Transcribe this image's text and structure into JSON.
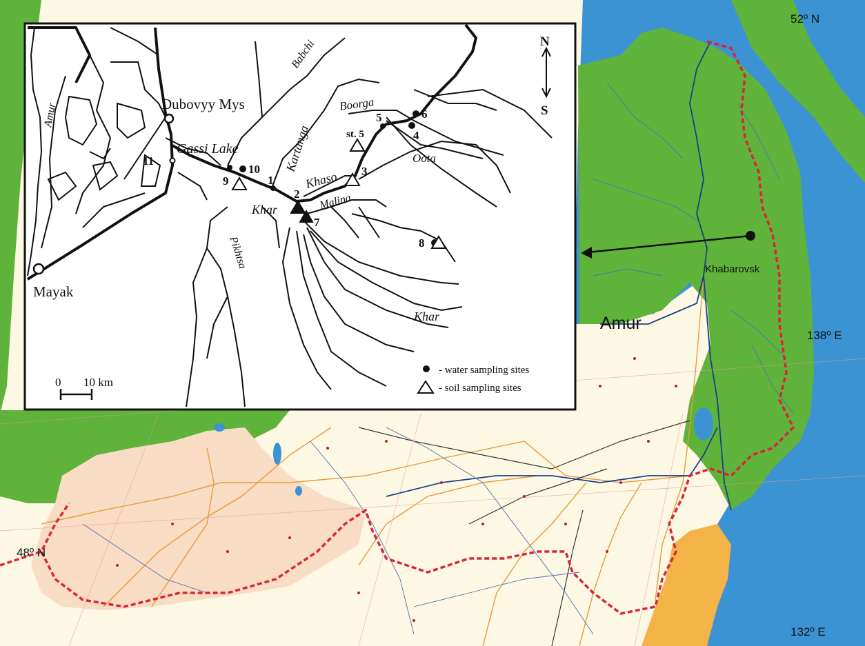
{
  "background_map": {
    "coords": {
      "lat_top": "52º N",
      "lon_right_mid": "138º E",
      "lat_left": "48º N",
      "lon_bottom": "132º E"
    },
    "places": {
      "city": "Khabarovsk",
      "river": "Amur"
    },
    "colors": {
      "sea": "#3c93d4",
      "forest": "#5fb33a",
      "plain": "#fdf8e4",
      "steppe": "#f9dcc4",
      "orange": "#f3b347",
      "border": "#d8263a",
      "river": "#1b3f8a",
      "road": "#e9993b"
    }
  },
  "inset": {
    "compass": {
      "north": "N",
      "south": "S"
    },
    "settlements": {
      "dubovyy": "Dubovyy Mys",
      "mayak": "Mayak"
    },
    "rivers": {
      "amur": "Amur",
      "babchi": "Babchi",
      "kartanga": "Kartanga",
      "boorga": "Boorga",
      "oota": "Oota",
      "khaso": "Khaso",
      "malina": "Malina",
      "khar_upper": "Khar",
      "khar_lower": "Khar",
      "pikhtsa": "Pikhtsa",
      "gassi": "Gassi Lake"
    },
    "sites": {
      "s1": "1",
      "s2": "2",
      "s3": "3",
      "s4": "4",
      "s5": "5",
      "s6": "6",
      "s7": "7",
      "s8": "8",
      "s9": "9",
      "s10": "10",
      "s11": "11",
      "st5": "st. 5"
    },
    "scale": {
      "zero": "0",
      "ten": "10 km"
    },
    "legend": {
      "water": "- water sampling sites",
      "soil": "- soil sampling sites"
    }
  }
}
